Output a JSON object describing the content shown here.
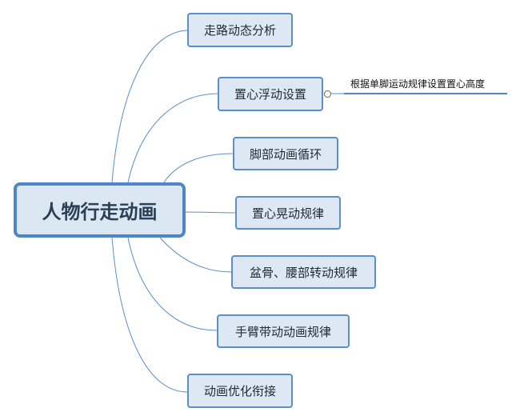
{
  "root": {
    "label": "人物行走动画"
  },
  "branches": [
    {
      "id": "walk-analysis",
      "label": "走路动态分析"
    },
    {
      "id": "center-float",
      "label": "置心浮动设置"
    },
    {
      "id": "foot-cycle",
      "label": "脚部动画循环"
    },
    {
      "id": "center-sway",
      "label": "置心晃动规律"
    },
    {
      "id": "pelvis-waist",
      "label": "盆骨、腰部转动规律"
    },
    {
      "id": "arm-motion",
      "label": "手臂带动动画规律"
    },
    {
      "id": "anim-optimize",
      "label": "动画优化衔接"
    }
  ],
  "note": {
    "text": "根据单脚运动规律设置置心高度"
  },
  "colors": {
    "connector": "#5b8fc9",
    "node_fill": "#dde8f4",
    "node_border": "#5b8fc9",
    "root_border": "#4f86c6",
    "note_line": "#4f86c6"
  }
}
